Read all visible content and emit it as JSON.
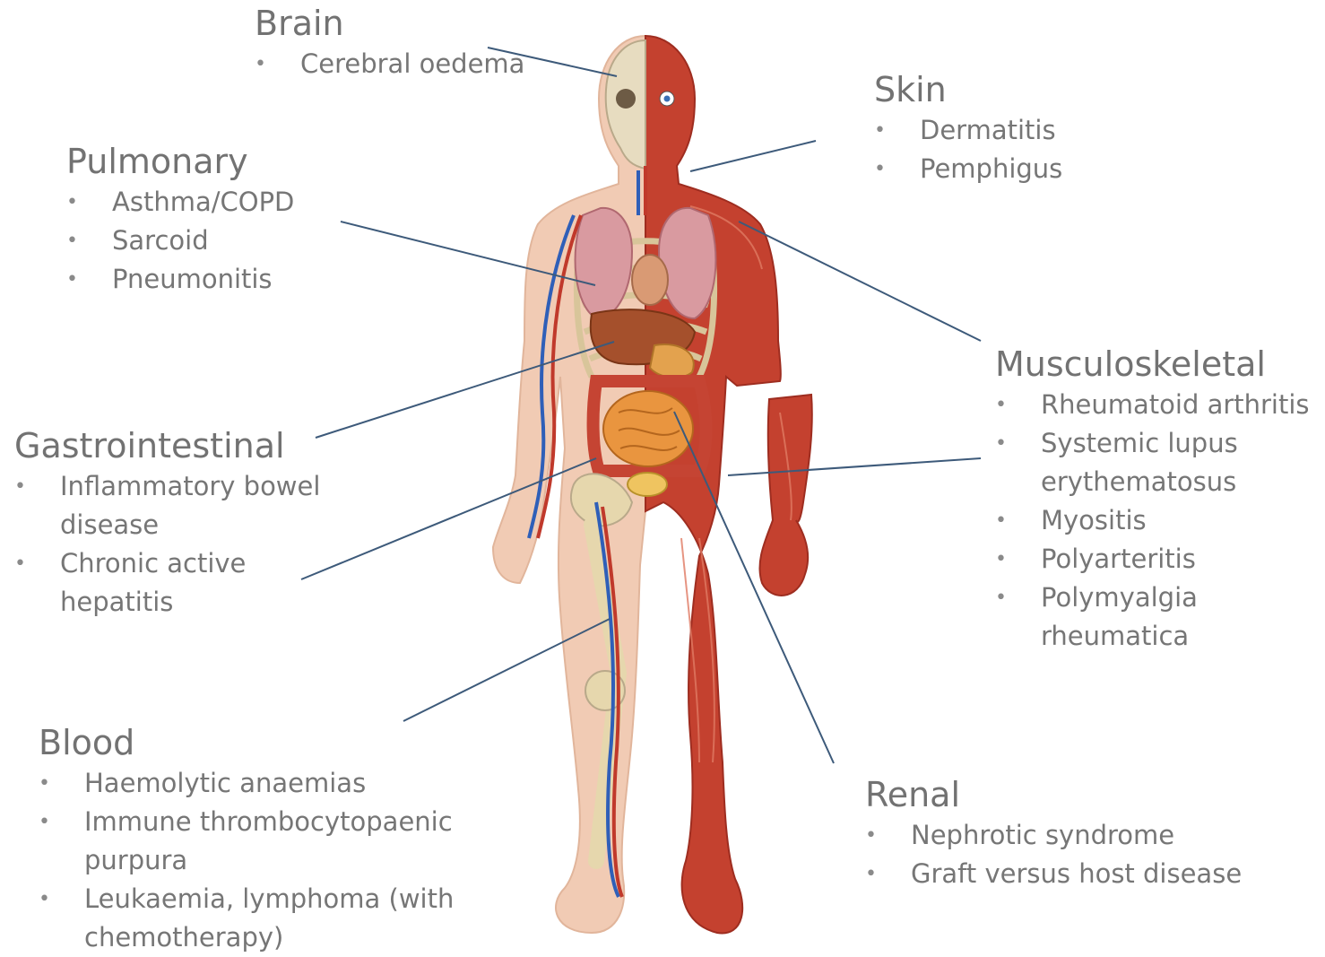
{
  "brain": {
    "heading": "Brain",
    "items": [
      "Cerebral oedema"
    ]
  },
  "skin": {
    "heading": "Skin",
    "items": [
      "Dermatitis",
      "Pemphigus"
    ]
  },
  "pulmonary": {
    "heading": "Pulmonary",
    "items": [
      "Asthma/COPD",
      "Sarcoid",
      "Pneumonitis"
    ]
  },
  "musculoskeletal": {
    "heading": "Musculoskeletal",
    "items": [
      "Rheumatoid arthritis",
      "Systemic lupus erythematosus",
      "Myositis",
      "Polyarteritis",
      "Polymyalgia rheumatica"
    ]
  },
  "gastrointestinal": {
    "heading": "Gastrointestinal",
    "items": [
      "Inflammatory bowel disease",
      "Chronic active hepatitis"
    ]
  },
  "blood": {
    "heading": "Blood",
    "items": [
      "Haemolytic anaemias",
      "Immune thrombocytopaenic purpura",
      "Leukaemia, lymphoma (with chemotherapy)"
    ]
  },
  "renal": {
    "heading": "Renal",
    "items": [
      "Nephrotic syndrome",
      "Graft versus host disease"
    ]
  },
  "colors": {
    "leader_line": "#3d5a7a",
    "muscle": "#c23a2c",
    "skin": "#efc6ad",
    "bone": "#e6d7ad",
    "vein": "#2f5fb8",
    "artery": "#c0392b",
    "text": "#727272"
  }
}
